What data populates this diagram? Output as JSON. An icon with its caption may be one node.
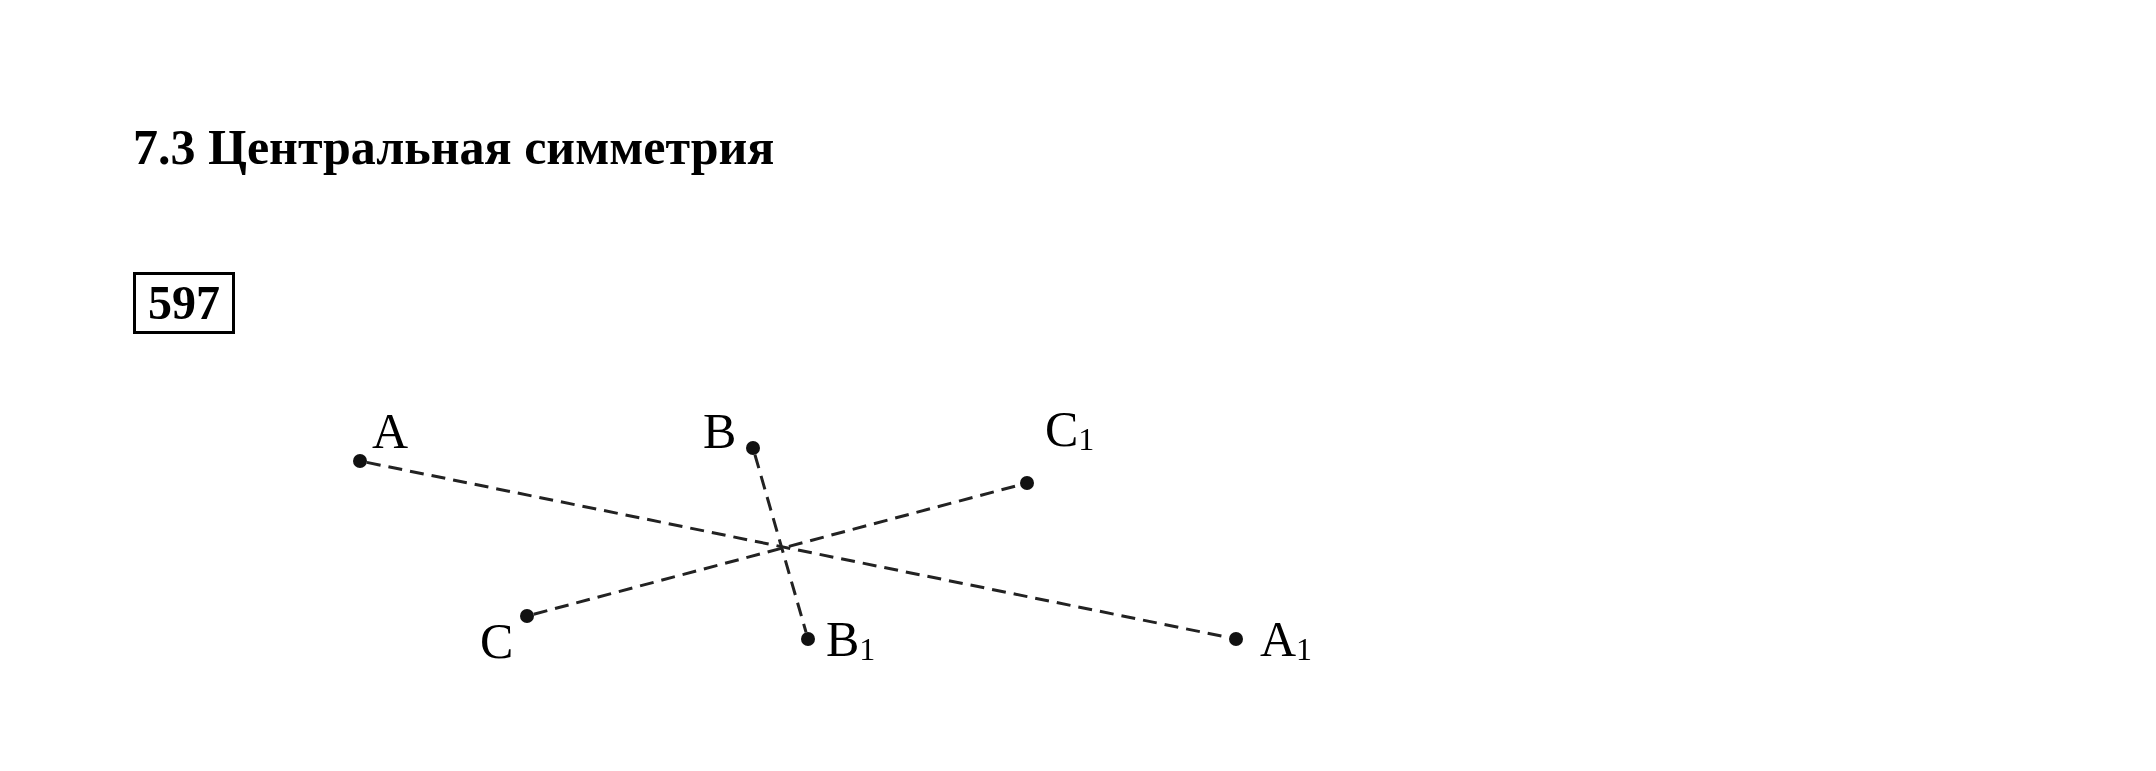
{
  "diagram": {
    "title": "7.3 Центральная симметрия",
    "nodes": [
      {
        "text": [
          "A"
        ]
      },
      {
        "text": [
          "B"
        ]
      },
      {
        "text": [
          "C$_{1}$"
        ]
      },
      {
        "text": [
          "C"
        ]
      },
      {
        "text": [
          "B$_{1}$"
        ]
      },
      {
        "text": [
          "A$_{1}$"
        ]
      }
    ],
    "edges": [
      {
        "from": 0,
        "to": 5,
        "arrow": "none",
        "style": "dashed"
      },
      {
        "from": 1,
        "to": 4,
        "arrow": "none",
        "style": "dashed"
      },
      {
        "from": 3,
        "to": 2,
        "arrow": "none",
        "style": "dashed"
      }
    ],
    "labels": [
      "597"
    ]
  }
}
